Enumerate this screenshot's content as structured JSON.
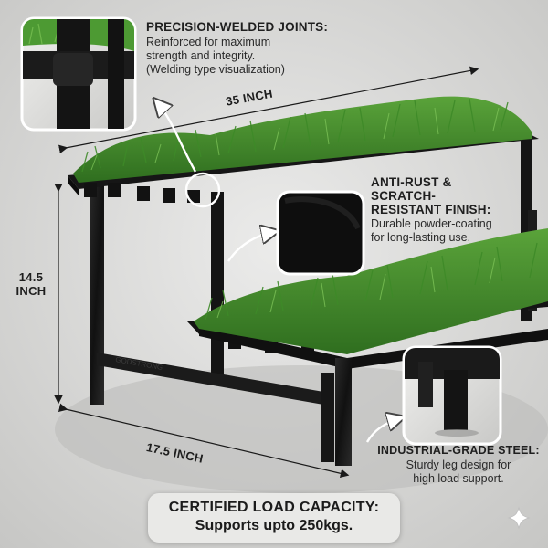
{
  "features": {
    "welded": {
      "title": "PRECISION-WELDED JOINTS:",
      "line1": "Reinforced for maximum",
      "line2": "strength and integrity.",
      "line3": "(Welding type visualization)"
    },
    "finish": {
      "title1": "ANTI-RUST &",
      "title2": "SCRATCH-",
      "title3": "RESISTANT FINISH:",
      "line1": "Durable powder-coating",
      "line2": "for long-lasting use."
    },
    "steel": {
      "title": "INDUSTRIAL-GRADE STEEL:",
      "line1": "Sturdy leg design for",
      "line2": "high load support."
    }
  },
  "dimensions": {
    "width": "35 INCH",
    "height_1": "14.5",
    "height_2": "INCH",
    "depth": "17.5 INCH"
  },
  "banner": {
    "line1": "CERTIFIED LOAD CAPACITY:",
    "line2": "Supports upto 250kgs."
  },
  "icons": {
    "sparkle": "sparkle-icon"
  }
}
